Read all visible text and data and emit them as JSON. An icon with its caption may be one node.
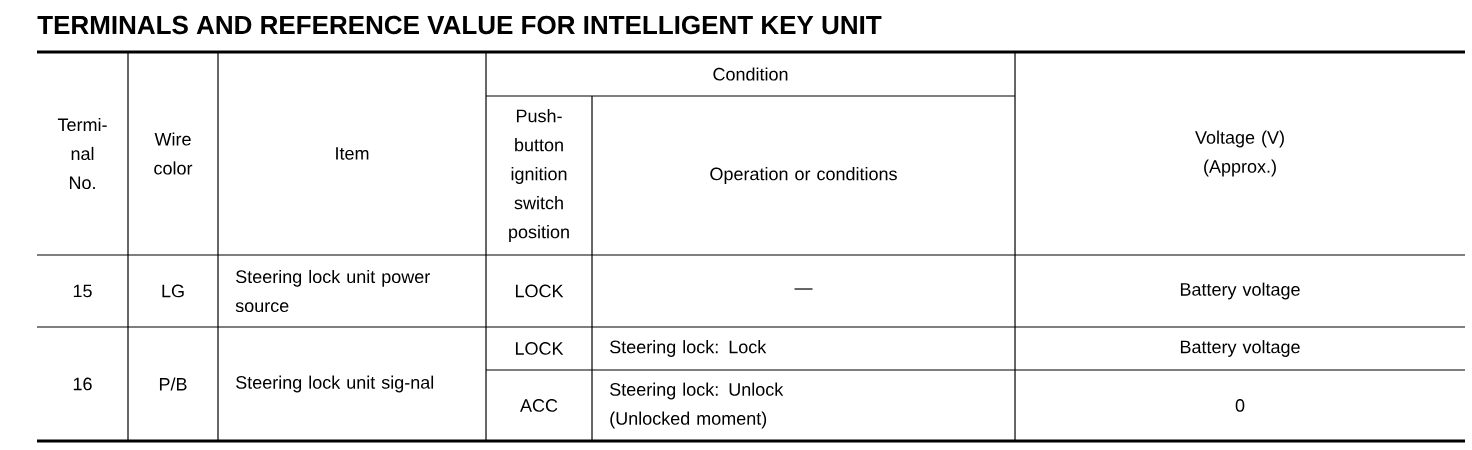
{
  "diagram": {
    "title": "TERMINALS AND REFERENCE VALUE FOR INTELLIGENT KEY UNIT",
    "labels": [
      "Termi-nal No.",
      "Wire color",
      "Item",
      "Condition",
      "Voltage (V) (Approx.)",
      "Push-button ignition switch position",
      "Operation or conditions",
      "15",
      "LG",
      "Steering lock unit power source",
      "LOCK",
      "—",
      "Battery voltage",
      "16",
      "P/B",
      "Steering lock unit sig-nal",
      "LOCK",
      "Steering lock: Lock",
      "Battery voltage",
      "ACC",
      "Steering lock: Unlock (Unlocked moment)",
      "0"
    ]
  }
}
